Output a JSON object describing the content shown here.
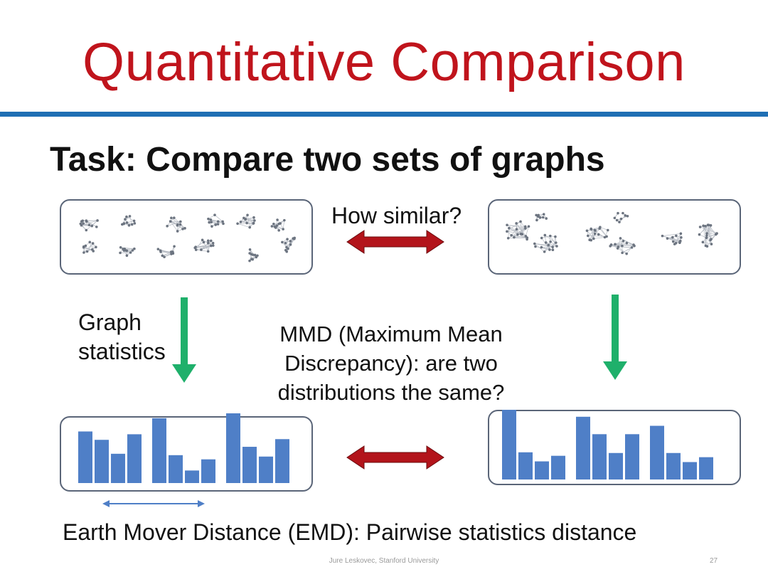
{
  "slide": {
    "title": "Quantitative Comparison",
    "task": "Task: Compare two sets of graphs",
    "how_similar": "How similar?",
    "graph_statistics": "Graph\nstatistics",
    "mmd_lines": [
      "MMD (Maximum Mean",
      "Discrepancy): are two",
      "distributions the same?"
    ],
    "emd": "Earth Mover Distance (EMD): Pairwise statistics distance",
    "footer": "Jure Leskovec, Stanford University",
    "page_number": "27"
  },
  "colors": {
    "title": "#c0141c",
    "rule": "#1f6fb4",
    "bar": "#4f7fc7",
    "red_arrow": "#b3141b",
    "green_arrow": "#1fb06b",
    "blue_arrow": "#4f7fc7"
  },
  "histograms": {
    "left": [
      [
        0.74,
        0.62,
        0.42,
        0.7
      ],
      [
        0.93,
        0.4,
        0.18,
        0.34
      ],
      [
        1.0,
        0.52,
        0.38,
        0.63
      ]
    ],
    "right": [
      [
        1.0,
        0.39,
        0.26,
        0.34
      ],
      [
        0.9,
        0.65,
        0.38,
        0.65
      ],
      [
        0.77,
        0.38,
        0.25,
        0.32
      ]
    ]
  }
}
